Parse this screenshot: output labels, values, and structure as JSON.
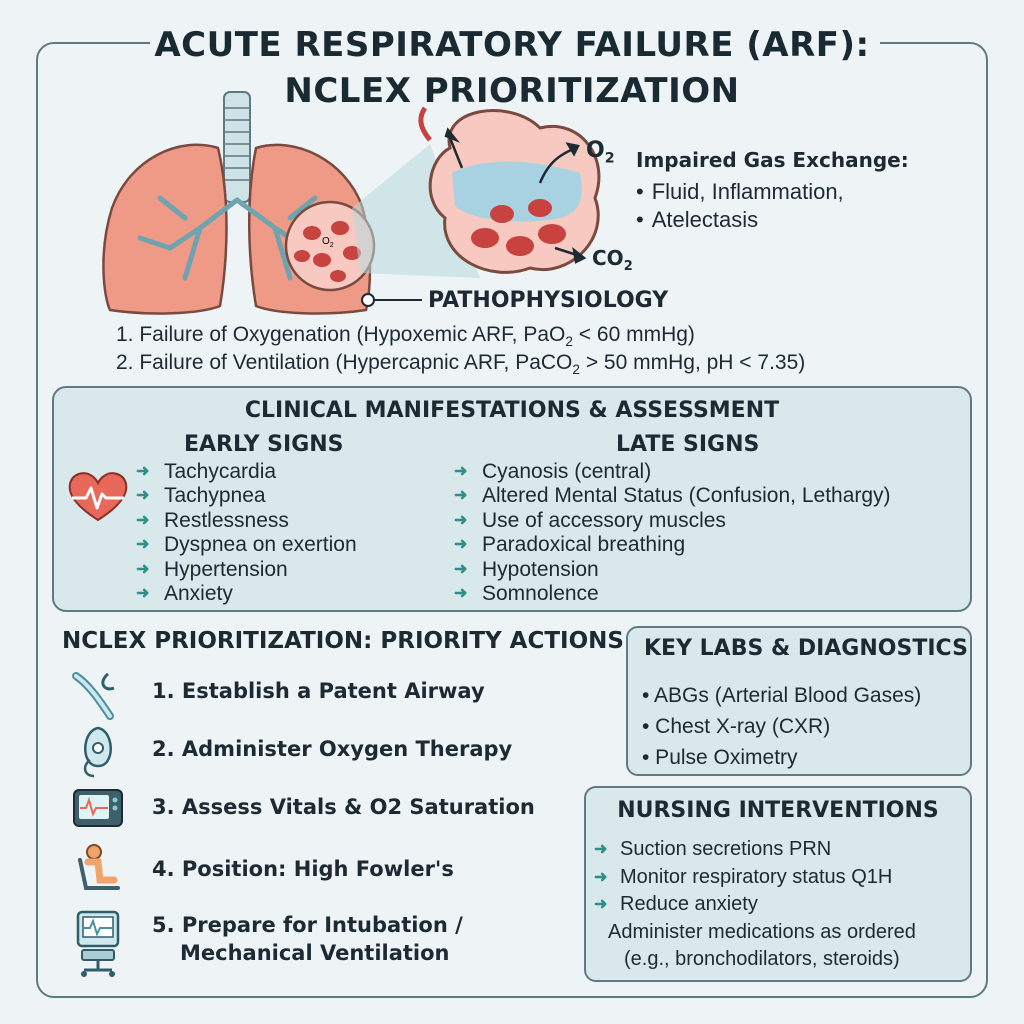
{
  "title_line1": "ACUTE RESPIRATORY FAILURE (ARF):",
  "title_line2": "NCLEX PRIORITIZATION",
  "alveolus_labels": {
    "o2": "O",
    "o2_sub": "2",
    "co2": "CO",
    "co2_sub": "2",
    "small_o2": "O",
    "small_o2_sub": "2"
  },
  "gas_exchange": {
    "title": "Impaired Gas Exchange:",
    "bullets": [
      "Fluid, Inflammation,",
      "Atelectasis"
    ]
  },
  "pathophysiology": {
    "title": "PATHOPHYSIOLOGY",
    "line1_a": "1. Failure of Oxygenation (Hypoxemic ARF, PaO",
    "line1_sub": "2",
    "line1_b": " < 60 mmHg)",
    "line2_a": "2. Failure of Ventilation (Hypercapnic ARF, PaCO",
    "line2_sub": "2",
    "line2_b": " > 50 mmHg, pH < 7.35)"
  },
  "clinical": {
    "title": "CLINICAL MANIFESTATIONS & ASSESSMENT",
    "early_title": "EARLY SIGNS",
    "late_title": "LATE SIGNS",
    "early": [
      "Tachycardia",
      "Tachypnea",
      "Restlessness",
      "Dyspnea on exertion",
      "Hypertension",
      "Anxiety"
    ],
    "late": [
      "Cyanosis (central)",
      "Altered Mental Status (Confusion, Lethargy)",
      "Use of accessory muscles",
      "Paradoxical breathing",
      "Hypotension",
      "Somnolence"
    ]
  },
  "priority": {
    "title": "NCLEX PRIORITIZATION: PRIORITY ACTIONS",
    "items": [
      "1. Establish a Patent Airway",
      "2. Administer Oxygen Therapy",
      "3. Assess Vitals & O2 Saturation",
      "4. Position: High Fowler's",
      "5. Prepare for Intubation /",
      "Mechanical Ventilation"
    ]
  },
  "labs": {
    "title": "KEY LABS & DIAGNOSTICS",
    "items": [
      "• ABGs (Arterial Blood Gases)",
      "•  Chest X-ray (CXR)",
      "•  Pulse Oximetry"
    ]
  },
  "nursing": {
    "title": "NURSING INTERVENTIONS",
    "items": [
      "Suction secretions PRN",
      "Monitor respiratory status Q1H",
      "Reduce anxiety"
    ],
    "extra1": "Administer medications as ordered",
    "extra2": "(e.g., bronchodilators, steroids)"
  },
  "colors": {
    "accent": "#2f8f8a",
    "panel": "#d9e8ea",
    "border": "#5e7a85",
    "lung": "#ef9a86",
    "blood": "#c8423f"
  }
}
